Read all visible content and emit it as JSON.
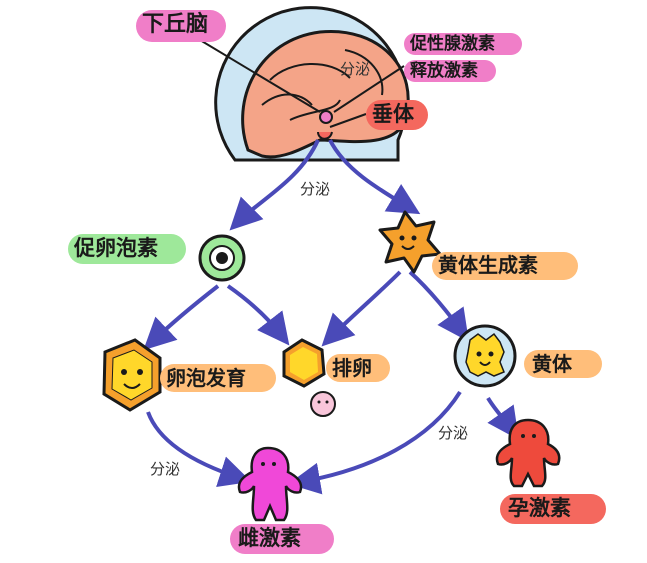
{
  "labels": {
    "hypothalamus": "下丘脑",
    "gnrh_line1": "促性腺激素",
    "gnrh_line2": "释放激素",
    "pituitary": "垂体",
    "secrete_top": "分泌",
    "secrete_mid": "分泌",
    "secrete_left": "分泌",
    "secrete_right": "分泌",
    "fsh": "促卵泡素",
    "lh": "黄体生成素",
    "follicle_dev": "卵泡发育",
    "ovulation": "排卵",
    "corpus_luteum": "黄体",
    "estrogen": "雌激素",
    "progesterone": "孕激素"
  },
  "colors": {
    "pink_pill": "#f07ec8",
    "green_pill": "#9ee89a",
    "orange_pill": "#ffbe7a",
    "red_pill": "#f4685e",
    "arrow": "#4a4ab8",
    "brain": "#f4a488",
    "brain_bg": "#cde6f4",
    "follicle_yellow": "#ffd72a",
    "lh_orange": "#f5a02c",
    "estrogen_magenta": "#f048d8",
    "progesterone_red": "#ee4a3c"
  }
}
